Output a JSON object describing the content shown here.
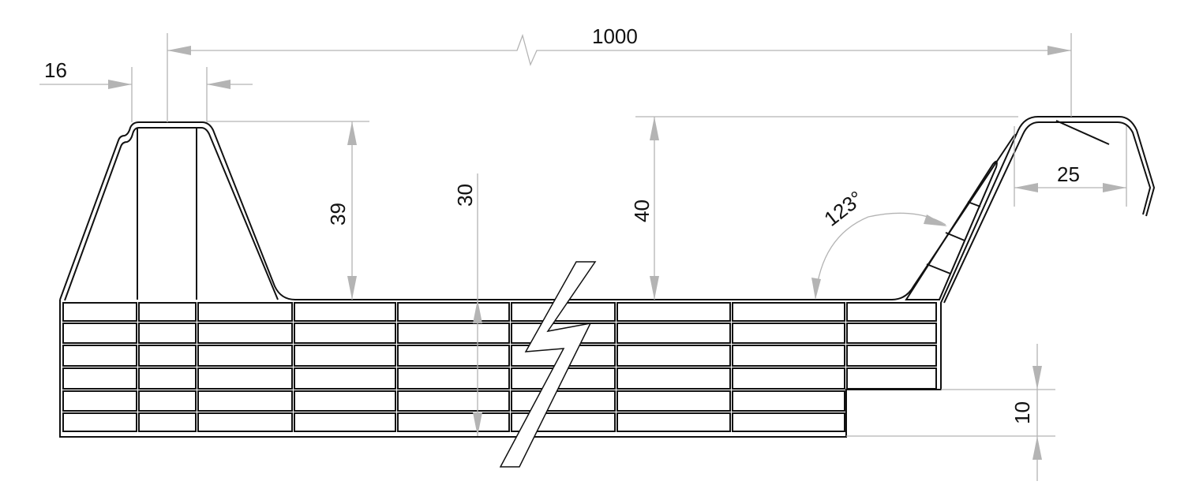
{
  "drawing": {
    "title": "Profile cross-section",
    "dimensions": {
      "overall_width": "1000",
      "rib_top_width": "16",
      "rib_height": "39",
      "panel_thickness": "30",
      "side_height": "40",
      "side_angle": "123°",
      "hook_width": "25",
      "step_height": "10"
    },
    "colors": {
      "outline": "#111111",
      "dimension": "#b4b4b4"
    }
  }
}
